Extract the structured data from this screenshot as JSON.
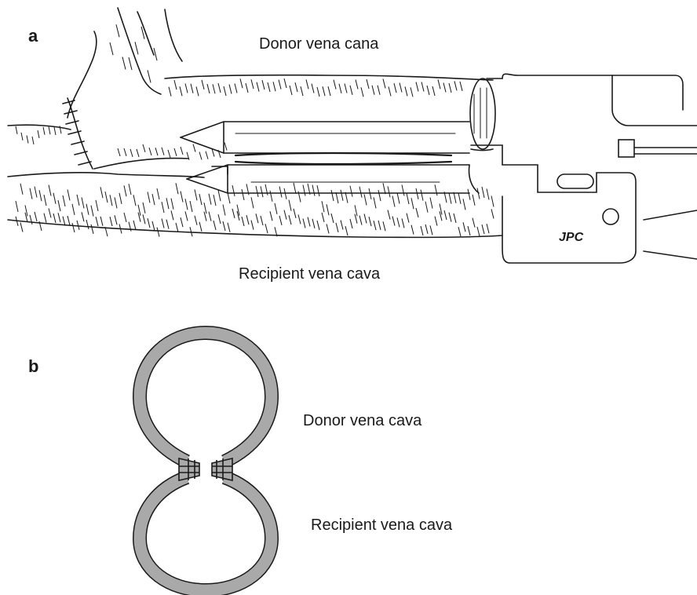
{
  "panel_a": {
    "letter": "a",
    "label_top": "Donor vena cana",
    "label_bottom": "Recipient vena cava",
    "stapler_mark": "JPC"
  },
  "panel_b": {
    "letter": "b",
    "label_top": "Donor vena cava",
    "label_bottom": "Recipient vena cava"
  },
  "colors": {
    "line": "#1a1a1a",
    "vessel_wall": "#a9a9a9",
    "background": "#ffffff"
  }
}
